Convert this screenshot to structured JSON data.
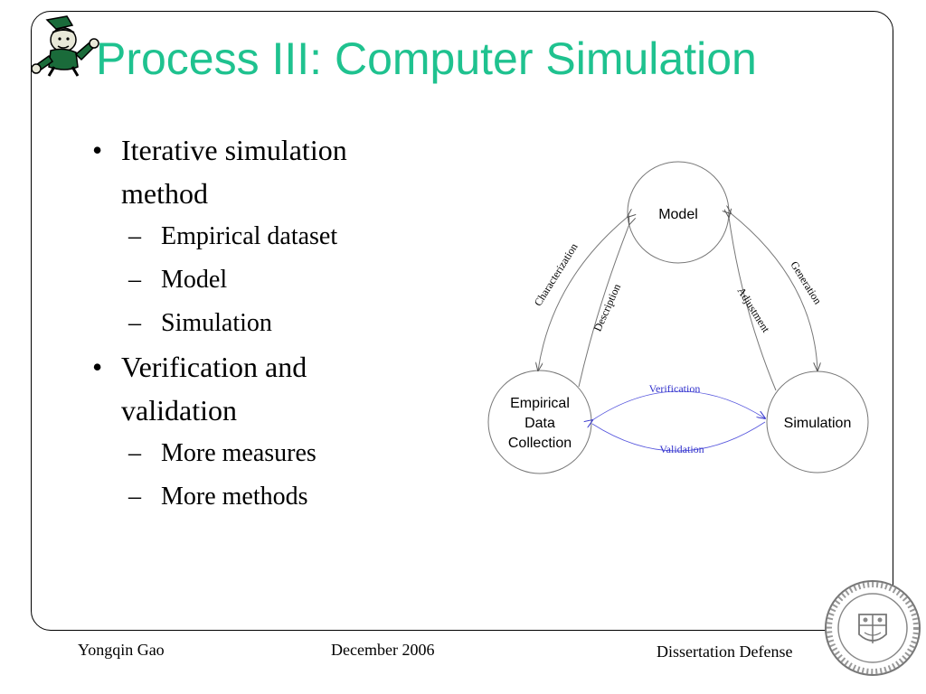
{
  "slide": {
    "title": "Process III: Computer Simulation",
    "colors": {
      "title": "#1fc28f",
      "validation_links": "#3333cc",
      "frame": "#000000"
    }
  },
  "bullets": [
    {
      "text": "Iterative simulation method",
      "line1": "Iterative simulation",
      "line2": "method",
      "subitems": [
        "Empirical dataset",
        "Model",
        "Simulation"
      ]
    },
    {
      "text": "Verification and validation",
      "line1": "Verification and",
      "line2": "validation",
      "subitems": [
        "More measures",
        "More methods"
      ]
    }
  ],
  "diagram": {
    "nodes": {
      "model": "Model",
      "empirical": [
        "Empirical",
        "Data",
        "Collection"
      ],
      "simulation": "Simulation"
    },
    "edges": {
      "characterization": "Characterization",
      "description": "Description",
      "adjustment": "Adjustment",
      "generation": "Generation",
      "verification": "Verification",
      "validation": "Validation"
    }
  },
  "footer": {
    "author": "Yongqin Gao",
    "date": "December 2006",
    "event": "Dissertation Defense"
  },
  "icons": {
    "logo": "leprechaun-logo-icon",
    "seal": "university-seal-icon"
  }
}
